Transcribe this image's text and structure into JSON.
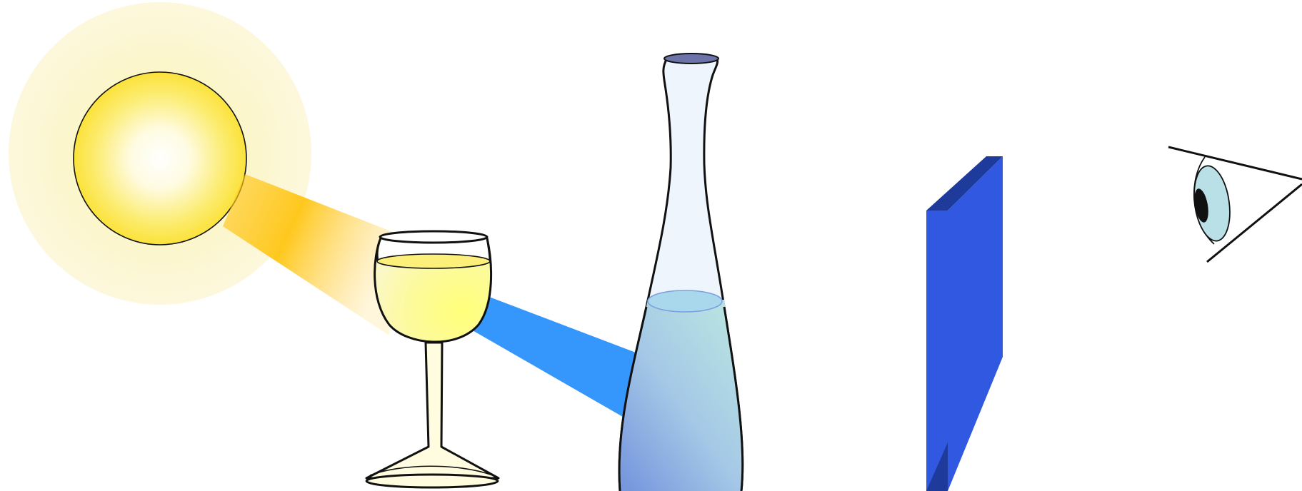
{
  "scene": {
    "objects": [
      {
        "name": "sun-icon",
        "kind": "light-source",
        "color": "#FBE440",
        "glow": "#FCF7D2",
        "core": "#FFFFFF"
      },
      {
        "name": "yellow-light-beam",
        "color": "#FFC81E"
      },
      {
        "name": "wine-glass-icon",
        "kind": "glass",
        "liquid_color": "#FFFF80",
        "stem_color": "#FFFCDF"
      },
      {
        "name": "blue-light-beam",
        "color": "#3597FB"
      },
      {
        "name": "water-bottle-icon",
        "kind": "bottle",
        "glass_color": "#EEF5FC",
        "water_top": "#B2DDE3",
        "water_bottom": "#7AA0E0",
        "cap_color": "#6B73A8"
      },
      {
        "name": "blue-panel-icon",
        "kind": "filter-screen",
        "face_color": "#3058E0",
        "edge_color": "#1E3A9A"
      },
      {
        "name": "eye-icon",
        "kind": "observer",
        "iris_color": "#B9E0E6",
        "pupil_color": "#111111"
      }
    ]
  }
}
